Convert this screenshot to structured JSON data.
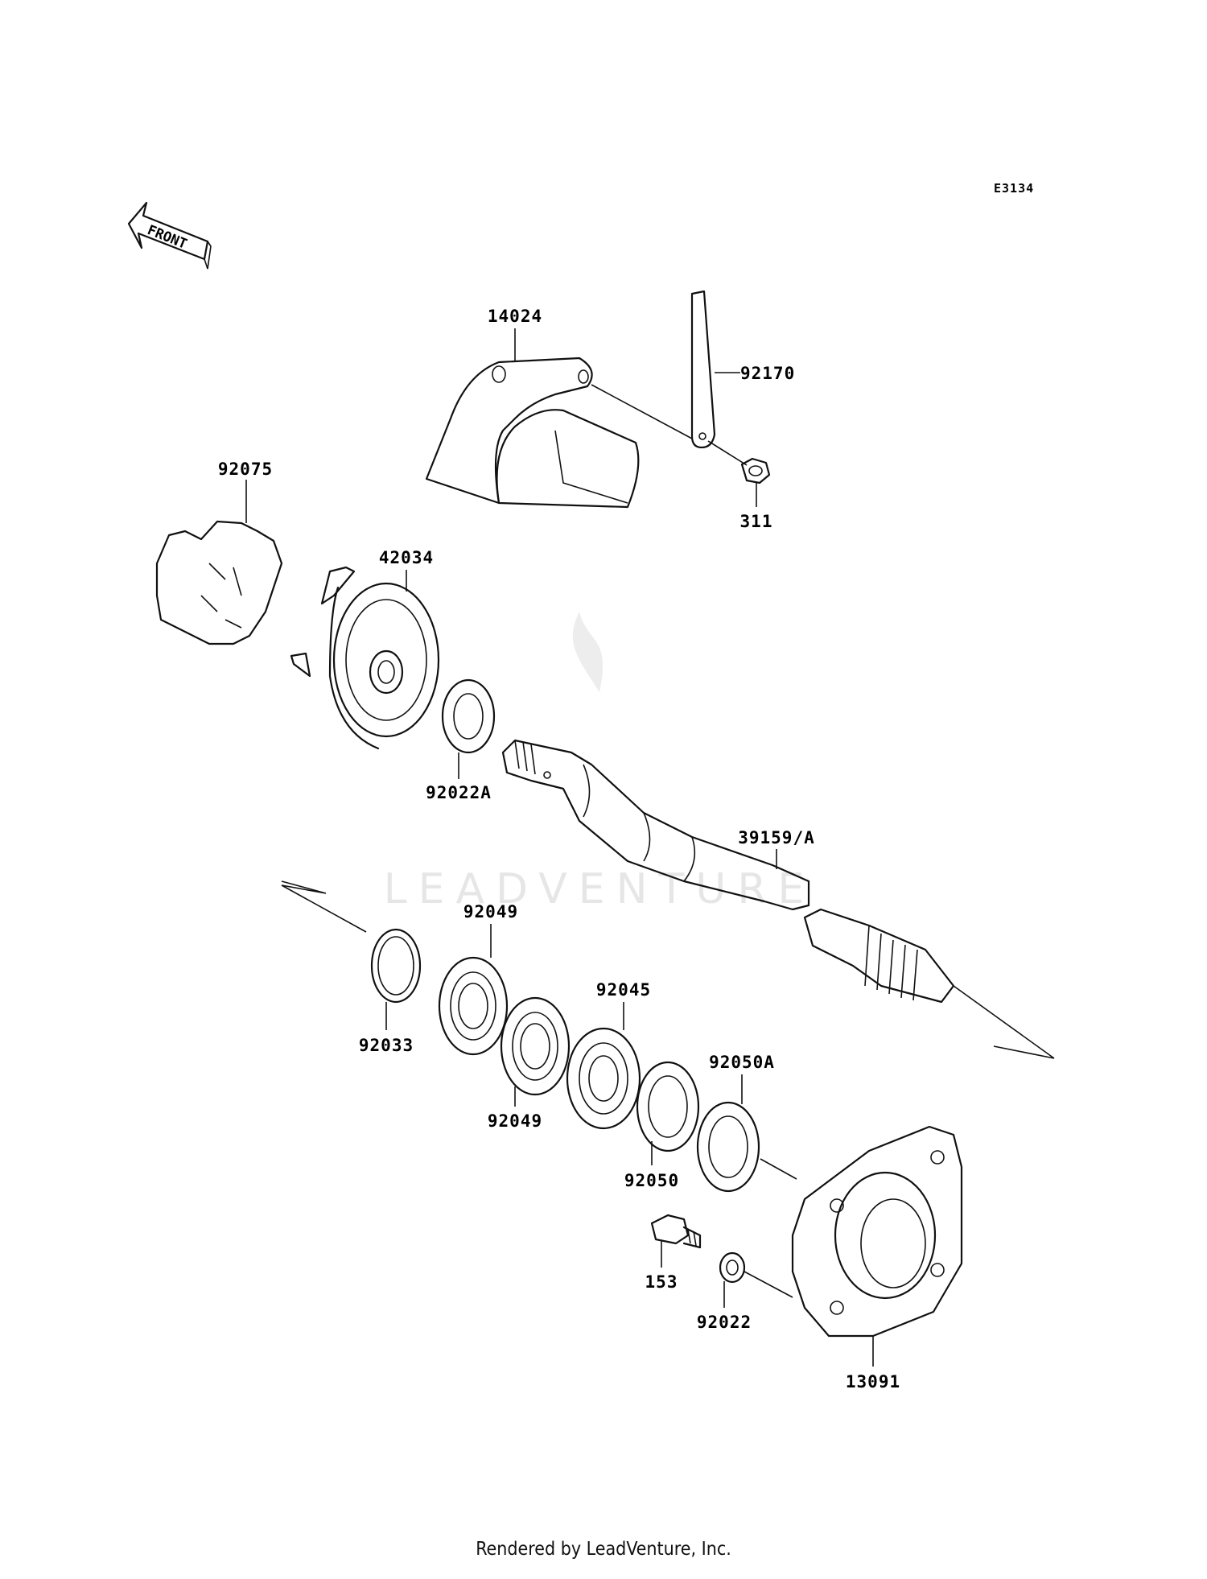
{
  "diagram_code": "E3134",
  "front_label": "FRONT",
  "watermark": "LEADVENTURE",
  "footer": "Rendered by LeadVenture, Inc.",
  "labels": {
    "p14024": "14024",
    "p92170": "92170",
    "p311": "311",
    "p92075": "92075",
    "p42034": "42034",
    "p92022A": "92022A",
    "p39159A": "39159/A",
    "p92049a": "92049",
    "p92033": "92033",
    "p92049b": "92049",
    "p92045": "92045",
    "p92050A": "92050A",
    "p92050": "92050",
    "p153": "153",
    "p92022": "92022",
    "p13091": "13091"
  }
}
